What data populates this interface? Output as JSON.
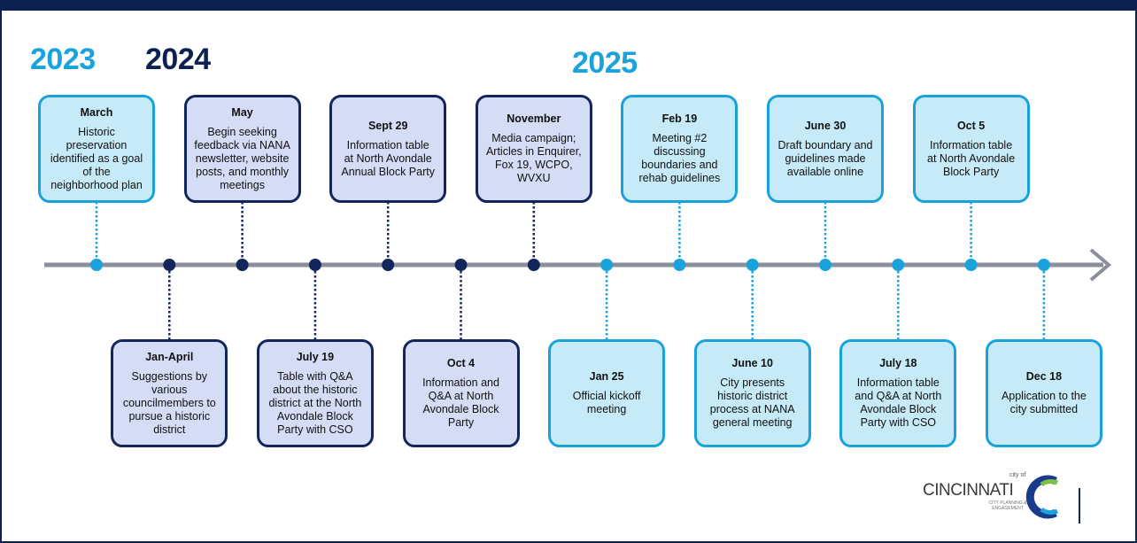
{
  "colors": {
    "navy": "#13265c",
    "cyan": "#1aa2dc",
    "dark_card_fill": "#d4dcf6",
    "light_card_fill": "#c6eaf8",
    "axis": "#8a8f9a"
  },
  "years": [
    {
      "label": "2023",
      "color": "#1aa2dc"
    },
    {
      "label": "2024",
      "color": "#0d2150"
    },
    {
      "label": "2025",
      "color": "#1aa2dc"
    }
  ],
  "events": [
    {
      "title": "March",
      "body": "Historic\npreservation\nidentified as a goal\nof the\nneighborhood plan",
      "style": "light",
      "side": "top"
    },
    {
      "title": "Jan-April",
      "body": "Suggestions by\nvarious\ncouncilmembers to\npursue a historic\ndistrict",
      "style": "dark",
      "side": "bottom"
    },
    {
      "title": "May",
      "body": "Begin seeking\nfeedback via NANA\nnewsletter, website\nposts, and monthly\nmeetings",
      "style": "dark",
      "side": "top"
    },
    {
      "title": "July 19",
      "body": "Table with Q&A\nabout the historic\ndistrict at the North\nAvondale Block\nParty with CSO",
      "style": "dark",
      "side": "bottom"
    },
    {
      "title": "Sept 29",
      "body": "Information table\nat North Avondale\nAnnual Block Party",
      "style": "dark",
      "side": "top"
    },
    {
      "title": "Oct 4",
      "body": "Information and\nQ&A at North\nAvondale Block\nParty",
      "style": "dark",
      "side": "bottom"
    },
    {
      "title": "November",
      "body": "Media campaign;\nArticles in Enquirer,\nFox 19, WCPO,\nWVXU",
      "style": "dark",
      "side": "top"
    },
    {
      "title": "Jan 25",
      "body": "Official kickoff\nmeeting",
      "style": "light",
      "side": "bottom"
    },
    {
      "title": "Feb 19",
      "body": "Meeting #2\ndiscussing\nboundaries and\nrehab guidelines",
      "style": "light",
      "side": "top"
    },
    {
      "title": "June 10",
      "body": "City presents\nhistoric district\nprocess at NANA\ngeneral meeting",
      "style": "light",
      "side": "bottom"
    },
    {
      "title": "June 30",
      "body": "Draft boundary and\nguidelines made\navailable online",
      "style": "light",
      "side": "top"
    },
    {
      "title": "July 18",
      "body": "Information table\nand Q&A at North\nAvondale Block\nParty with CSO",
      "style": "light",
      "side": "bottom"
    },
    {
      "title": "Oct 5",
      "body": "Information table\nat North Avondale\nBlock Party",
      "style": "light",
      "side": "top"
    },
    {
      "title": "Dec 18",
      "body": "Application to the\ncity submitted",
      "style": "light",
      "side": "bottom"
    }
  ],
  "logo": {
    "city_of": "city of",
    "wordmark": "CINCINNATI",
    "subtext": "CITY PLANNING & ENGAGEMENT"
  }
}
